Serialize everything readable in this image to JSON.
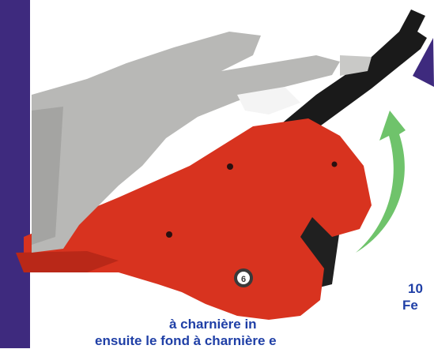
{
  "colors": {
    "purple": "#3e2a7e",
    "device_red": "#d8331f",
    "glove_gray": "#b8b8b6",
    "arrow_green": "#6fc36b",
    "text_blue": "#1f3fa6"
  },
  "icons": {
    "logo": "brand-logo-icon",
    "arrow": "curved-up-arrow-icon",
    "pointer": "purple-triangle-pointer-icon"
  },
  "instruction": {
    "step_number": "10",
    "line1": "Fe",
    "line2": "à charnière in",
    "line3": "ensuite le fond à charnière e"
  }
}
